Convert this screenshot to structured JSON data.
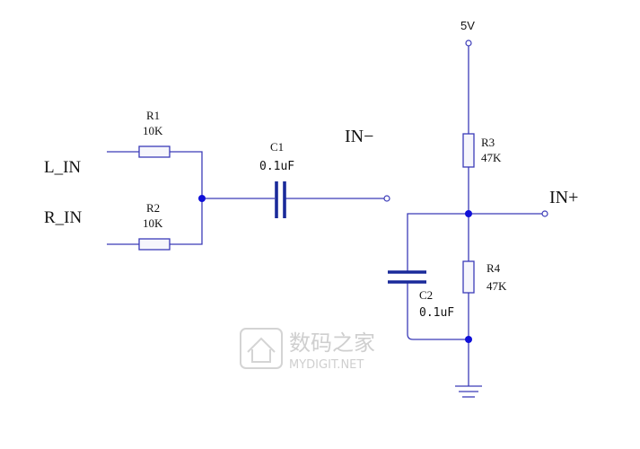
{
  "labels": {
    "l_in": "L_IN",
    "r_in": "R_IN",
    "in_minus": "IN−",
    "in_plus": "IN+",
    "supply": "5V"
  },
  "components": {
    "r1": {
      "ref": "R1",
      "value": "10K"
    },
    "r2": {
      "ref": "R2",
      "value": "10K"
    },
    "r3": {
      "ref": "R3",
      "value": "47K"
    },
    "r4": {
      "ref": "R4",
      "value": "47K"
    },
    "c1": {
      "ref": "C1",
      "value": "0.1uF"
    },
    "c2": {
      "ref": "C2",
      "value": "0.1uF"
    }
  },
  "watermark": {
    "text_cn": "数码之家",
    "text_en": "MYDIGIT.NET"
  },
  "colors": {
    "wire": "#3b3bb8",
    "junction": "#1010d8",
    "capacitor": "#1a2a9a"
  }
}
